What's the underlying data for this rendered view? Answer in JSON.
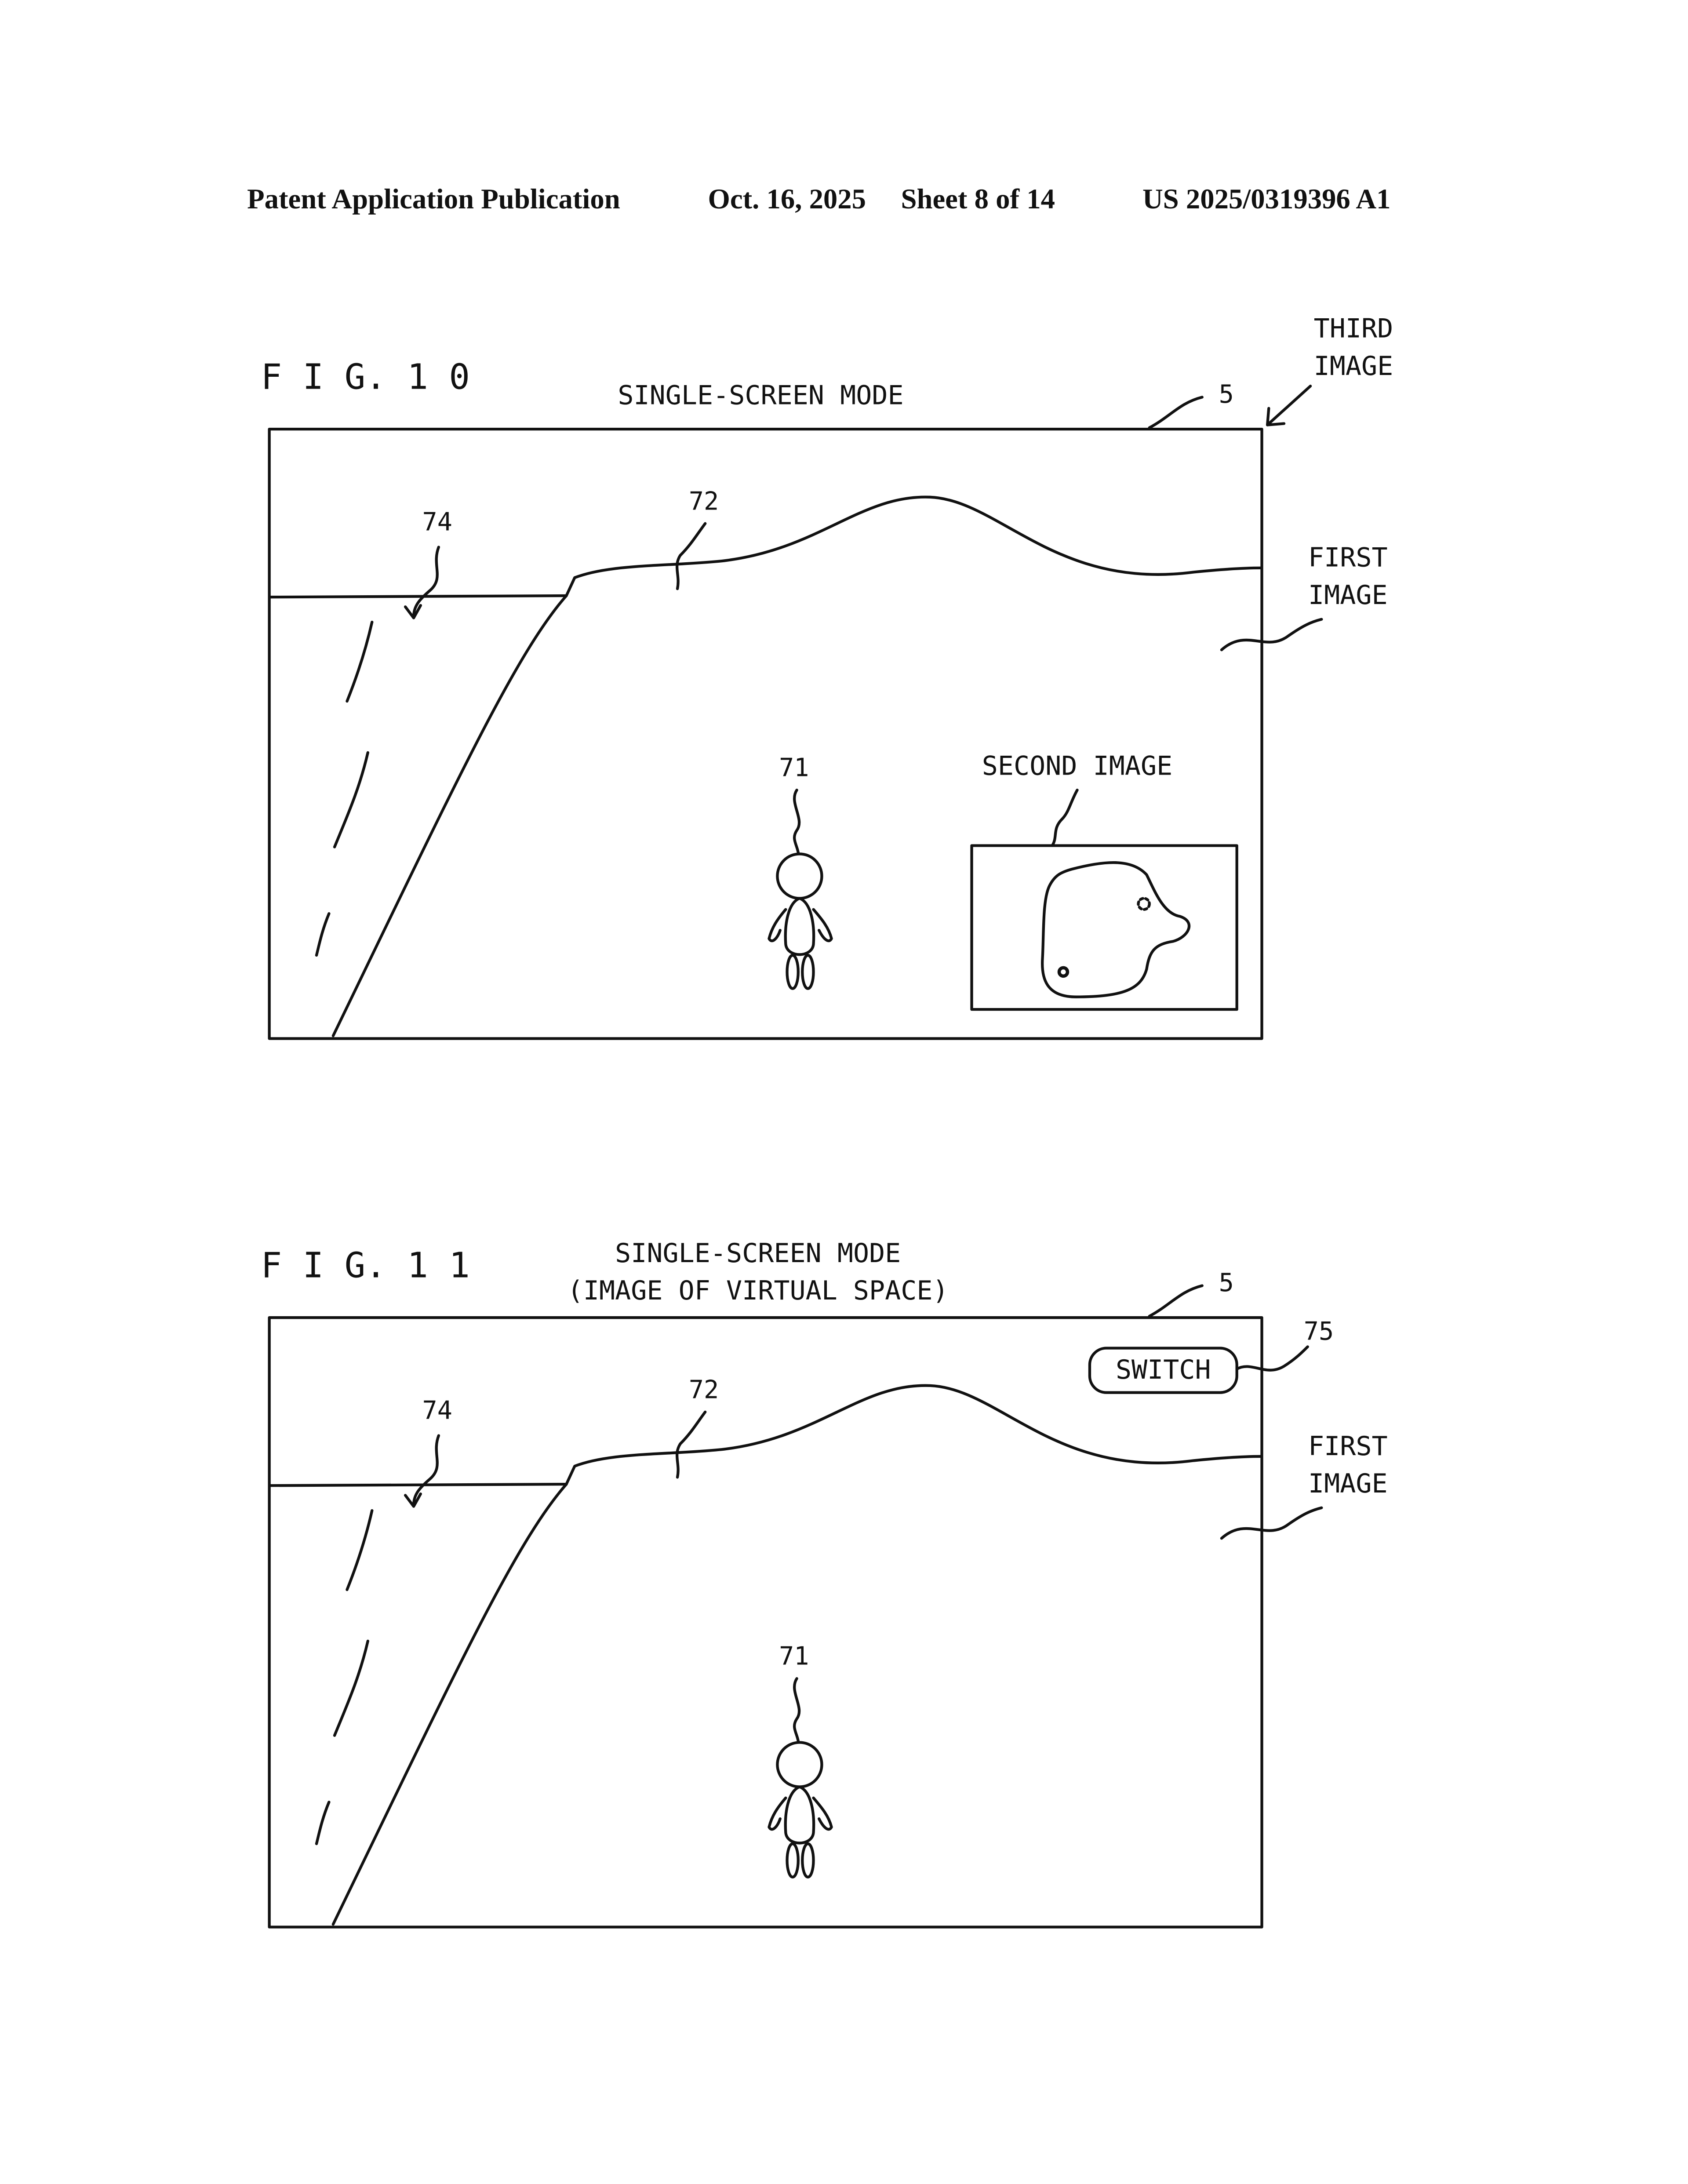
{
  "header": {
    "publication": "Patent Application Publication",
    "date": "Oct. 16, 2025",
    "sheet": "Sheet 8 of 14",
    "number": "US 2025/0319396 A1"
  },
  "figures": [
    {
      "label": "F I G.  1 0",
      "mode_title": "SINGLE-SCREEN MODE",
      "ref_display": "5",
      "third_image_line1": "THIRD",
      "third_image_line2": "IMAGE",
      "first_image_line1": "FIRST",
      "first_image_line2": "IMAGE",
      "ref_character": "71",
      "ref_terrain": "72",
      "ref_water": "74",
      "second_image_label": "SECOND IMAGE"
    },
    {
      "label": "F I G.  1 1",
      "mode_title": "SINGLE-SCREEN MODE",
      "mode_subtitle": "(IMAGE OF VIRTUAL SPACE)",
      "ref_display": "5",
      "first_image_line1": "FIRST",
      "first_image_line2": "IMAGE",
      "ref_character": "71",
      "ref_terrain": "72",
      "ref_water": "74",
      "ref_switch": "75",
      "switch_label": "SWITCH"
    }
  ]
}
